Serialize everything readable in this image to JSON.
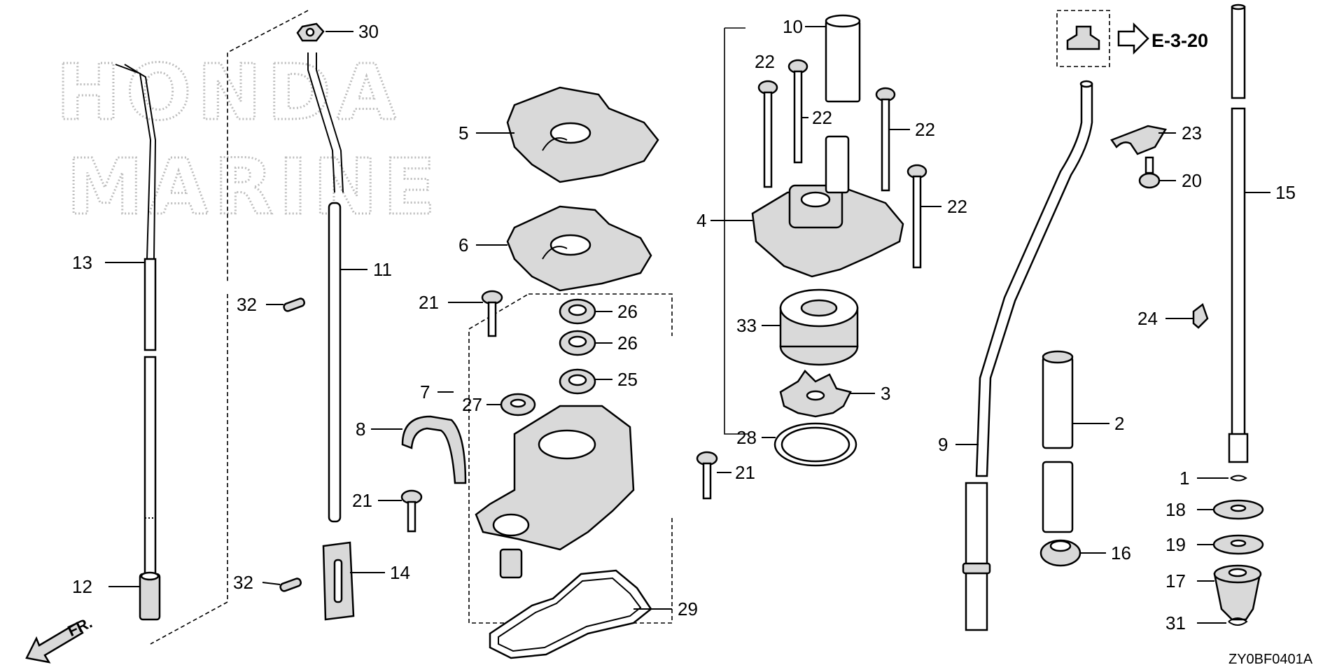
{
  "watermark": {
    "line1": "HONDA",
    "line2": "MARINE"
  },
  "reference": "E-3-20",
  "diagram_code": "ZY0BF0401A",
  "front_marker": "FR.",
  "callouts": {
    "c1": "1",
    "c2": "2",
    "c3": "3",
    "c4": "4",
    "c5": "5",
    "c6": "6",
    "c7": "7",
    "c8": "8",
    "c9": "9",
    "c10": "10",
    "c11": "11",
    "c12": "12",
    "c13": "13",
    "c14": "14",
    "c15": "15",
    "c16": "16",
    "c17": "17",
    "c18": "18",
    "c19": "19",
    "c20": "20",
    "c21a": "21",
    "c21b": "21",
    "c21c": "21",
    "c22a": "22",
    "c22b": "22",
    "c22c": "22",
    "c22d": "22",
    "c23": "23",
    "c24": "24",
    "c25": "25",
    "c26a": "26",
    "c26b": "26",
    "c27": "27",
    "c28": "28",
    "c29": "29",
    "c30": "30",
    "c31": "31",
    "c32a": "32",
    "c32b": "32",
    "c33": "33"
  }
}
